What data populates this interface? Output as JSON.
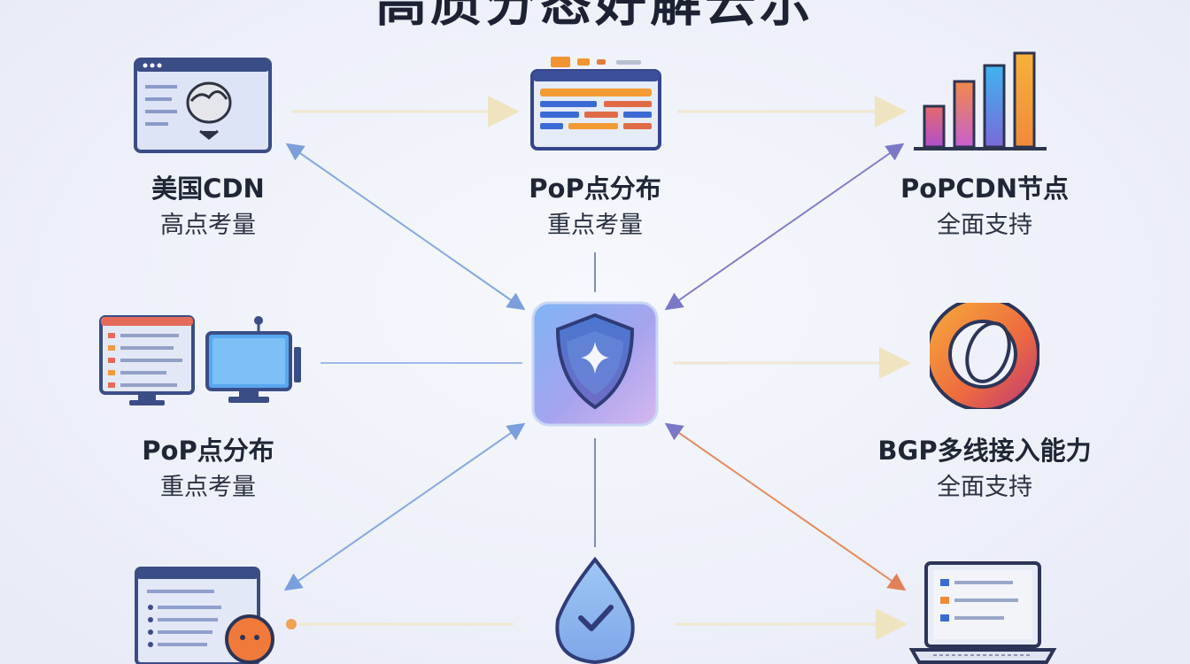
{
  "title": "高质分态好解云示",
  "nodes": [
    {
      "id": "us-cdn",
      "line1": "美国CDN",
      "line2": "高点考量",
      "icon": "browser-globe-icon"
    },
    {
      "id": "pop-top",
      "line1": "PoP点分布",
      "line2": "重点考量",
      "icon": "dashboard-bars-icon"
    },
    {
      "id": "popcdn",
      "line1": "PoPCDN节点",
      "line2": "全面支持",
      "icon": "bar-chart-icon"
    },
    {
      "id": "pop-left",
      "line1": "PoP点分布",
      "line2": "重点考量",
      "icon": "monitor-pair-icon"
    },
    {
      "id": "bgp",
      "line1": "BGP多线接入能力",
      "line2": "全面支持",
      "icon": "ring-icon"
    }
  ],
  "center": {
    "icon": "shield-star-icon"
  },
  "bottom_icons": [
    "list-window-icon",
    "shield-drop-check-icon",
    "laptop-icon"
  ],
  "colors": {
    "accent_blue": "#4f7fd6",
    "line_blue": "#8fb0e6",
    "line_purple": "#7f7fcf",
    "line_orange": "#e58a5e",
    "arrow_light": "#f2e8c6"
  }
}
